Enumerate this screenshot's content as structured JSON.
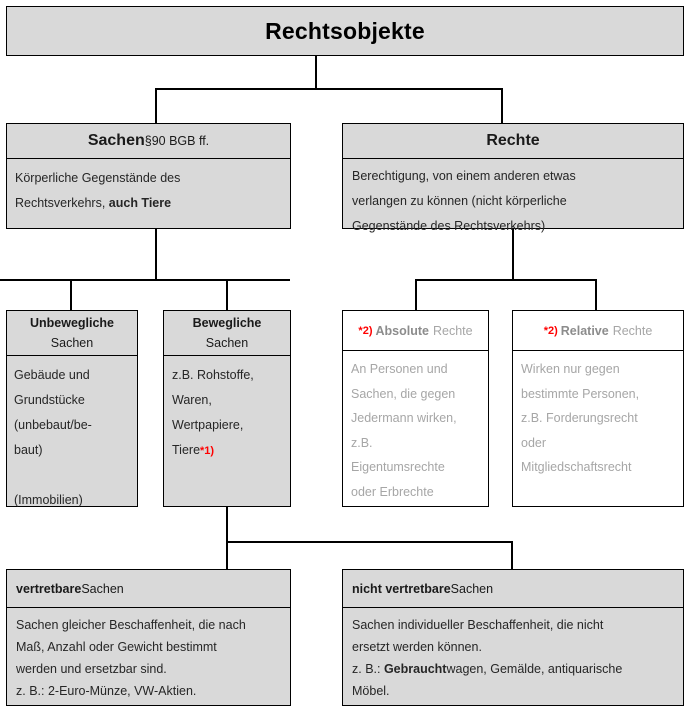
{
  "title": {
    "text": "Rechtsobjekte"
  },
  "level2": {
    "sachen": {
      "head_bold": "Sachen",
      "head_rest": " §90 BGB ff.",
      "body_line1": "Körperliche Gegenstände des",
      "body_line2_pre": "Rechtsverkehrs, ",
      "body_line2_bold": "auch Tiere"
    },
    "rechte": {
      "head": "Rechte",
      "body_line1": "Berechtigung, von einem anderen etwas",
      "body_line2": "verlangen zu können (nicht körperliche",
      "body_line3": "Gegenstände des Rechtsverkehrs)"
    }
  },
  "level3": {
    "unbewegliche": {
      "head_bold": "Unbewegliche",
      "head_sub": "Sachen",
      "body_line1": "Gebäude und",
      "body_line2": "Grundstücke",
      "body_line3": "(unbebaut/be-",
      "body_line4": "baut)",
      "body_line5": "",
      "body_line6": "(Immobilien)"
    },
    "bewegliche": {
      "head_bold": "Bewegliche",
      "head_sub": "Sachen",
      "body_line1": "z.B. Rohstoffe,",
      "body_line2": "Waren,",
      "body_line3": "Wertpapiere,",
      "body_line4": "Tiere",
      "body_line4_footnote": "*1)"
    },
    "absolute": {
      "head_footnote": "*2)",
      "head_bold": "Absolute",
      "head_rest": "Rechte",
      "body_line1": "An Personen und",
      "body_line2": "Sachen, die gegen",
      "body_line3": "Jedermann wirken,",
      "body_line4": "z.B.",
      "body_line5": "Eigentumsrechte",
      "body_line6": "oder Erbrechte"
    },
    "relative": {
      "head_footnote": "*2)",
      "head_bold": "Relative",
      "head_rest": "Rechte",
      "body_line1": "Wirken nur gegen",
      "body_line2": "bestimmte Personen,",
      "body_line3": "z.B. Forderungsrecht",
      "body_line4": "oder",
      "body_line5": "Mitgliedschaftsrecht"
    }
  },
  "level4": {
    "vertretbare": {
      "head_bold": "vertretbare",
      "head_rest": " Sachen",
      "body_line1": "Sachen gleicher Beschaffenheit, die nach",
      "body_line2": "Maß, Anzahl oder Gewicht bestimmt",
      "body_line3": "werden und ersetzbar sind.",
      "body_line4": "z. B.: 2-Euro-Münze, VW-Aktien."
    },
    "nicht_vertretbare": {
      "head_bold": "nicht vertretbare",
      "head_rest": " Sachen",
      "body_line1": "Sachen individueller Beschaffenheit, die nicht",
      "body_line2": "ersetzt werden können.",
      "body_line3_pre": "z. B.: ",
      "body_line3_bold": "Gebraucht",
      "body_line3_post": "wagen, Gemälde, antiquarische",
      "body_line4": "Möbel."
    }
  },
  "colors": {
    "box_fill": "#d9d9d9",
    "box_fill_white": "#ffffff",
    "border": "#000000",
    "footnote_red": "#ff0000",
    "muted_text": "#a6a6a6"
  }
}
